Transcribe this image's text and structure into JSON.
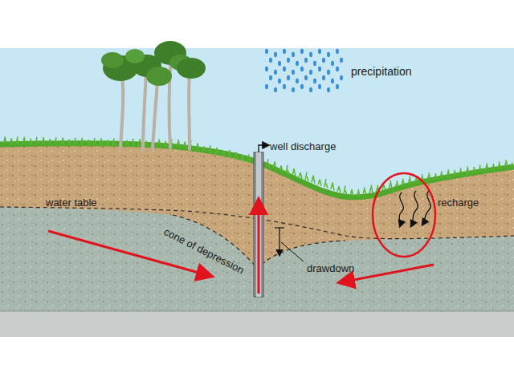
{
  "diagram": {
    "labels": [
      "well discharge",
      "precipitation",
      "water table",
      "cone of depression",
      "recharge",
      "drawdown"
    ]
  }
}
